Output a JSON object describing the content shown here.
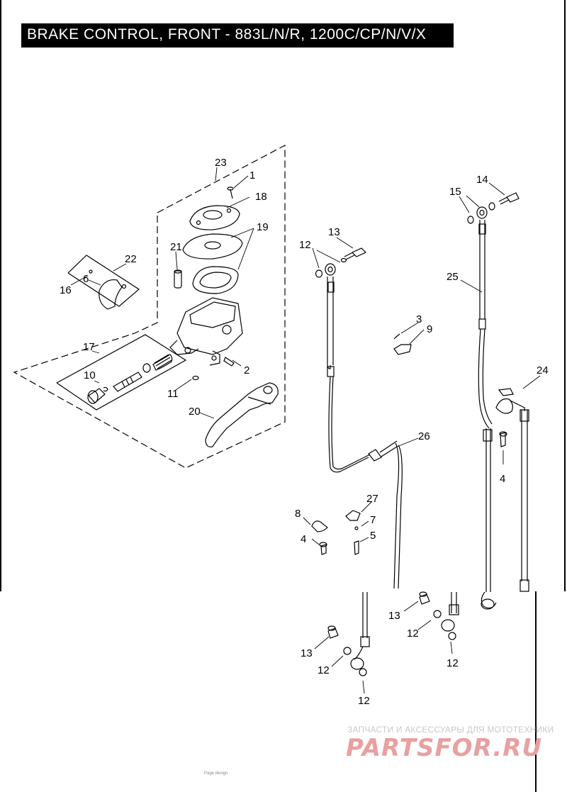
{
  "title": "BRAKE CONTROL, FRONT - 883L/N/R, 1200C/CP/N/V/X",
  "callouts": {
    "c1": "1",
    "c2": "2",
    "c3": "3",
    "c4a": "4",
    "c4b": "4",
    "c5": "5",
    "c6": "6",
    "c7": "7",
    "c8": "8",
    "c9": "9",
    "c10": "10",
    "c11": "11",
    "c12a": "12",
    "c12b": "12",
    "c12c": "12",
    "c12d": "12",
    "c12e": "12",
    "c13a": "13",
    "c13b": "13",
    "c13c": "13",
    "c14": "14",
    "c15": "15",
    "c16": "16",
    "c17": "17",
    "c18": "18",
    "c19": "19",
    "c20": "20",
    "c21": "21",
    "c22": "22",
    "c23": "23",
    "c24": "24",
    "c25": "25",
    "c26": "26",
    "c27": "27"
  },
  "watermark": {
    "subtitle": "ЗАПЧАСТИ И АКСЕССУАРЫ ДЛЯ МОТОТЕХНИКИ",
    "logo": "PARTSFOR.RU"
  },
  "footer": "Page design"
}
